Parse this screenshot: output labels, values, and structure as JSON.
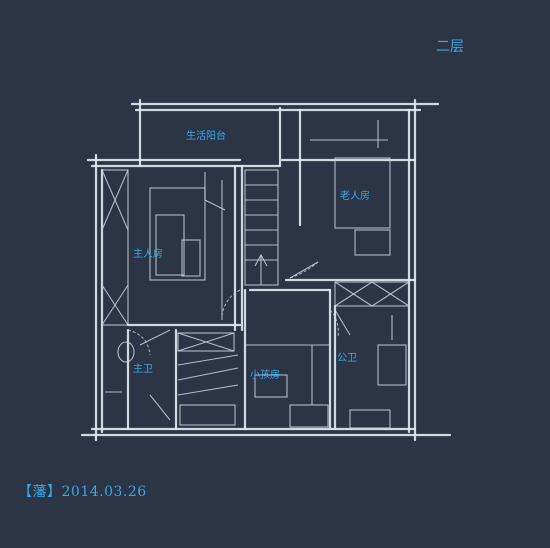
{
  "floor_title": "二层",
  "footer": "【藩】2014.03.26",
  "colors": {
    "background": "#2c3546",
    "label": "#36a8e8",
    "line": "#dfe6ee"
  },
  "rooms": {
    "balcony": "生活阳台",
    "elder_room": "老人房",
    "master_room": "主人房",
    "master_bath": "主卫",
    "public_bath": "公卫",
    "kids_room": "小孩房"
  }
}
